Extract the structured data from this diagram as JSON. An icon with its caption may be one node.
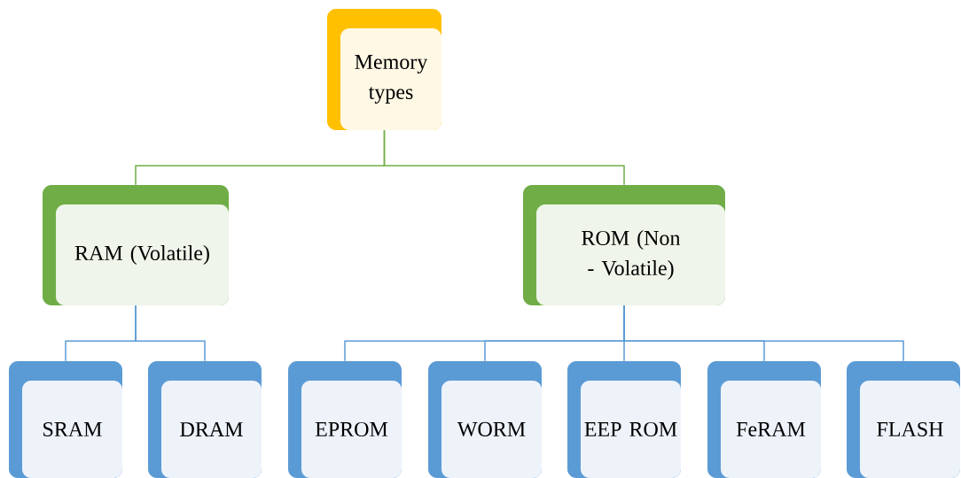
{
  "diagram": {
    "nodes": [
      {
        "text": [
          "Memory types"
        ]
      },
      {
        "text": [
          "RAM (Volatile)"
        ]
      },
      {
        "text": [
          "ROM (Non - Volatile)"
        ]
      },
      {
        "text": [
          "SRAM"
        ]
      },
      {
        "text": [
          "DRAM"
        ]
      },
      {
        "text": [
          "EPROM"
        ]
      },
      {
        "text": [
          "WORM"
        ]
      },
      {
        "text": [
          "EEP ROM"
        ]
      },
      {
        "text": [
          "FeRAM"
        ]
      },
      {
        "text": [
          "FLASH"
        ]
      }
    ],
    "edges": [
      {
        "from": 0,
        "to": 1,
        "arrow": "none",
        "color": "#70ad47"
      },
      {
        "from": 0,
        "to": 2,
        "arrow": "none",
        "color": "#70ad47"
      },
      {
        "from": 1,
        "to": 3,
        "arrow": "none"
      },
      {
        "from": 1,
        "to": 4,
        "arrow": "none"
      },
      {
        "from": 2,
        "to": 5,
        "arrow": "none"
      },
      {
        "from": 2,
        "to": 6,
        "arrow": "none"
      },
      {
        "from": 2,
        "to": 7,
        "arrow": "none"
      },
      {
        "from": 2,
        "to": 8,
        "arrow": "none"
      },
      {
        "from": 2,
        "to": 9,
        "arrow": "none"
      }
    ]
  }
}
